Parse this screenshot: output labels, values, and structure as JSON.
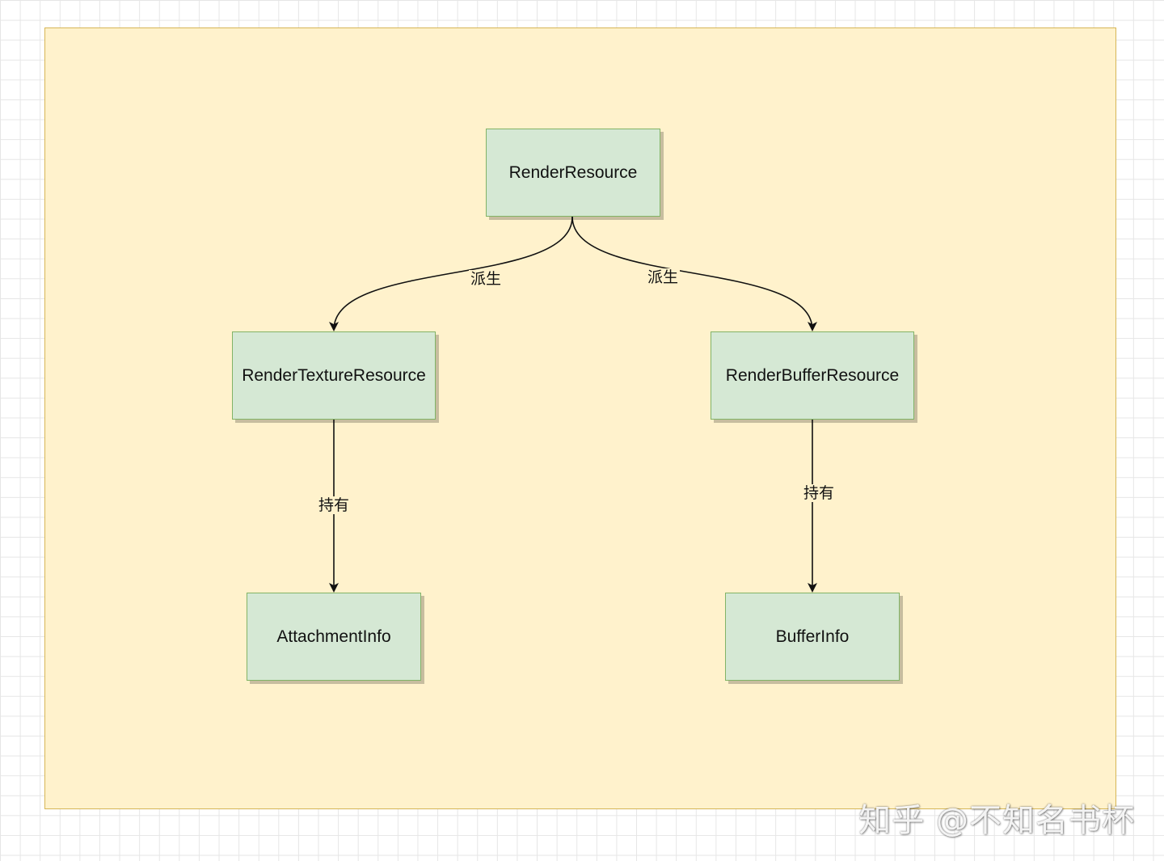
{
  "nodes": {
    "render_resource": "RenderResource",
    "render_texture_resource": "RenderTextureResource",
    "render_buffer_resource": "RenderBufferResource",
    "attachment_info": "AttachmentInfo",
    "buffer_info": "BufferInfo"
  },
  "edges": {
    "derive_left": "派生",
    "derive_right": "派生",
    "hold_left": "持有",
    "hold_right": "持有"
  },
  "watermark": "知乎 @不知名书杯",
  "colors": {
    "container_fill": "#fff2cc",
    "container_stroke": "#d6b656",
    "node_fill": "#d5e8d4",
    "node_stroke": "#82b366",
    "edge": "#111111"
  }
}
